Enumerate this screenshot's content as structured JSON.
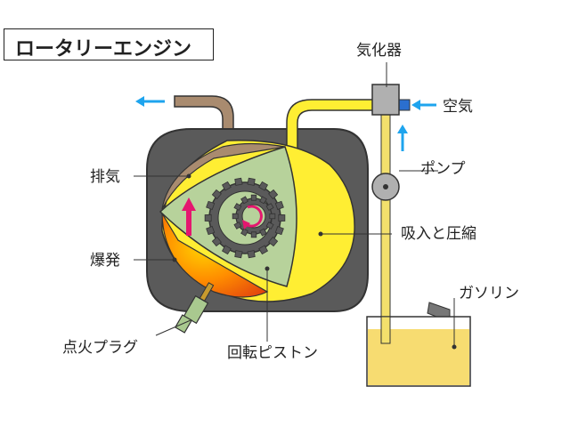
{
  "title": "ロータリーエンジン",
  "labels": {
    "carburetor": "気化器",
    "air": "空気",
    "pump": "ポンプ",
    "exhaust": "排気",
    "intake_compression": "吸入と圧縮",
    "explosion": "爆発",
    "gasoline": "ガソリン",
    "spark_plug": "点火プラグ",
    "rotary_piston": "回転ピストン"
  },
  "colors": {
    "housing": "#5a5a5a",
    "rotor": "#b7d29b",
    "exhaust_gas": "#a98b6f",
    "intake_mix": "#ffee33",
    "explosion": "#ff7a00",
    "air_pipe": "#2b6fcf",
    "arrow_blue": "#1ea4ee",
    "arrow_magenta": "#e4176f",
    "fuel_tank": "#f7dc71",
    "fuel_pipe": "#f3e06c"
  }
}
